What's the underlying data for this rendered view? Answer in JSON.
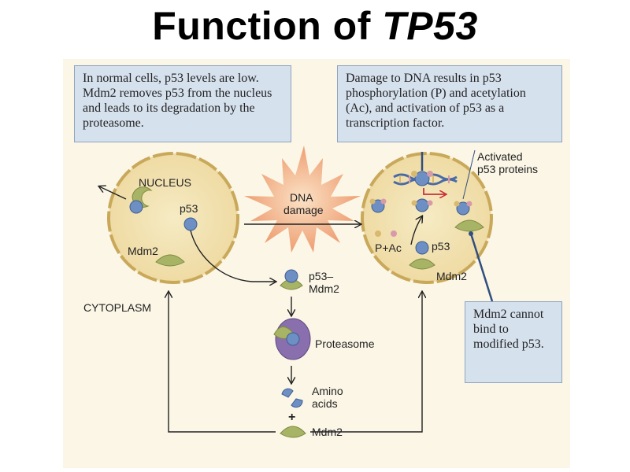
{
  "title": {
    "main": "Function of ",
    "gene": "TP53"
  },
  "boxes": {
    "left": "In normal cells, p53 levels are low. Mdm2 removes p53 from the nucleus and leads to its degradation by the proteasome.",
    "right": "Damage to DNA results in p53 phosphorylation (P) and acetylation (Ac), and activation of p53 as a transcription factor.",
    "bottom_right": "Mdm2 cannot bind to modified p53."
  },
  "labels": {
    "nucleus": "NUCLEUS",
    "p53_left": "p53",
    "mdm2_left": "Mdm2",
    "cytoplasm": "CYTOPLASM",
    "dna_damage_1": "DNA",
    "dna_damage_2": "damage",
    "activated_1": "Activated",
    "activated_2": "p53 proteins",
    "pac": "P+Ac",
    "p53_right": "p53",
    "mdm2_right": "Mdm2",
    "complex_1": "p53–",
    "complex_2": "Mdm2",
    "proteasome": "Proteasome",
    "amino_1": "Amino",
    "amino_2": "acids",
    "plus": "+",
    "mdm2_bottom": "Mdm2"
  },
  "colors": {
    "cell_fill": "#f3e6b8",
    "cell_border": "#c9a85a",
    "p53": "#6d8fc4",
    "mdm2": "#a7b465",
    "proteasome": "#8a6fae",
    "box": "#d6e1ee",
    "burst": "#f1b38f",
    "arrow": "#222222",
    "pointer": "#2f4f80",
    "ac_marker": "#d79aa8",
    "p_marker": "#d9b870"
  }
}
